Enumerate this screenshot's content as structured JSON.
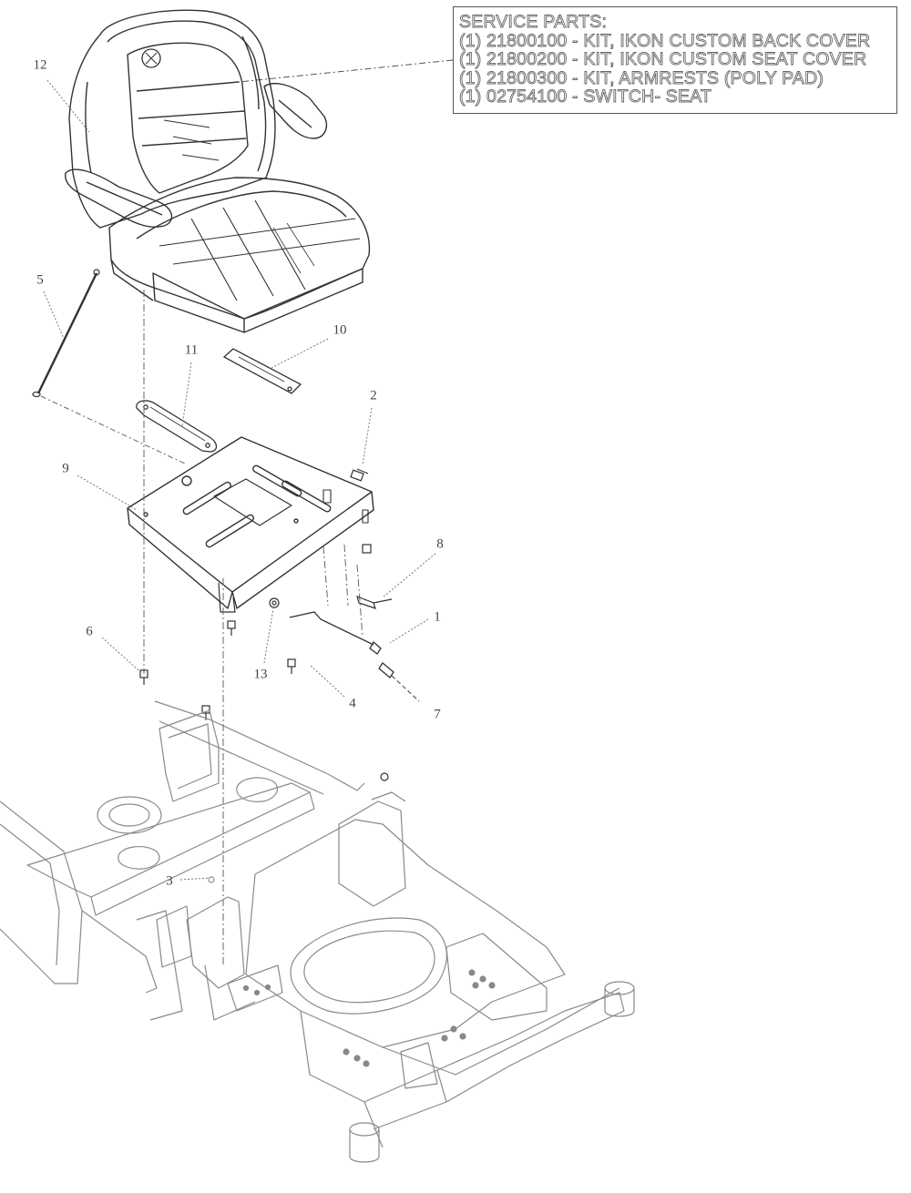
{
  "service_parts": {
    "title": "SERVICE PARTS:",
    "items": [
      "(1) 21800100 - KIT, IKON CUSTOM BACK COVER",
      "(1) 21800200 - KIT, IKON CUSTOM SEAT COVER",
      "(1) 21800300 - KIT, ARMRESTS (POLY PAD)",
      "(1) 02754100 - SWITCH- SEAT"
    ]
  },
  "callouts": [
    {
      "id": "12",
      "label": "12"
    },
    {
      "id": "5",
      "label": "5"
    },
    {
      "id": "10",
      "label": "10"
    },
    {
      "id": "11",
      "label": "11"
    },
    {
      "id": "2",
      "label": "2"
    },
    {
      "id": "9",
      "label": "9"
    },
    {
      "id": "8",
      "label": "8"
    },
    {
      "id": "1",
      "label": "1"
    },
    {
      "id": "6",
      "label": "6"
    },
    {
      "id": "13",
      "label": "13"
    },
    {
      "id": "4",
      "label": "4"
    },
    {
      "id": "7",
      "label": "7"
    },
    {
      "id": "3",
      "label": "3"
    }
  ],
  "colors": {
    "line": "#333333",
    "light_line": "#777777",
    "frame_line": "#8a8a8a"
  }
}
